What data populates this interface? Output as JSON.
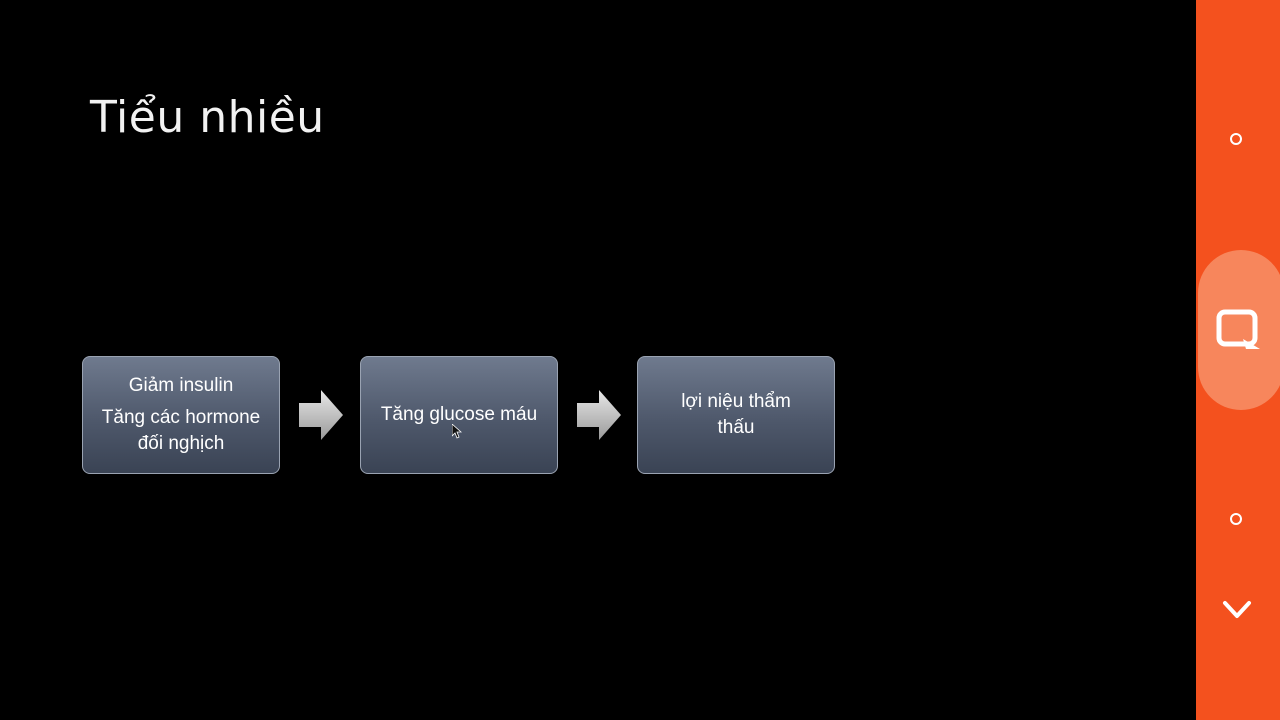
{
  "slide": {
    "title": "Tiểu nhiều",
    "flow": [
      {
        "line1": "Giảm insulin",
        "line2": "Tăng các hormone đối nghịch"
      },
      {
        "line1": "Tăng glucose máu"
      },
      {
        "line1": "lợi niệu thẩm thấu"
      }
    ]
  },
  "side_nav": {
    "icons": [
      "circle-icon",
      "note-icon",
      "circle-icon",
      "chevron-down-icon"
    ],
    "accent_color": "#f4511e"
  }
}
